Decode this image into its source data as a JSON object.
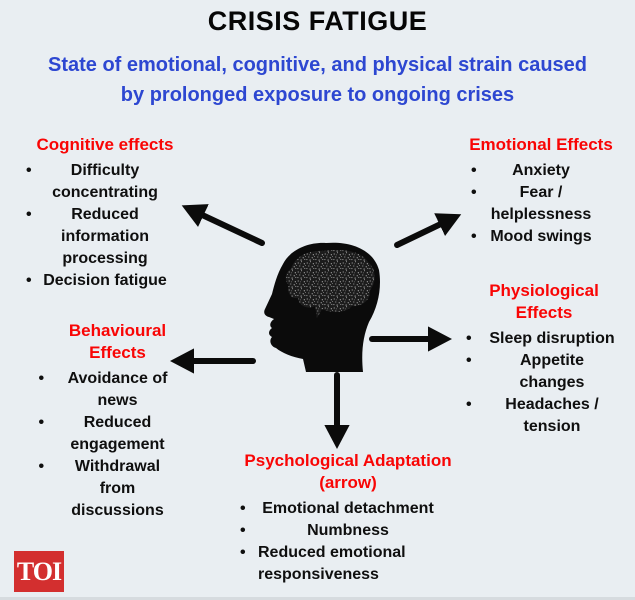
{
  "colors": {
    "background": "#e9eef2",
    "heading_red": "#f90505",
    "subtitle_blue": "#2d47d1",
    "text": "#0f0f0f",
    "logo_red": "#d32f2f",
    "arrow": "#0b0b0b"
  },
  "header": {
    "title": "CRISIS FATIGUE",
    "subtitle_line1": "State of emotional, cognitive, and physical strain caused",
    "subtitle_line2": "by prolonged exposure to ongoing crises"
  },
  "icons": {
    "bullet": "•",
    "center_art": "head-profile-with-scribbled-brain",
    "arrows": [
      "arrow-to-cognitive",
      "arrow-to-emotional",
      "arrow-to-physiological",
      "arrow-to-behavioural",
      "arrow-to-psychological"
    ]
  },
  "sections": {
    "cognitive": {
      "heading": "Cognitive effects",
      "items": [
        "Difficulty concentrating",
        "Reduced information processing",
        "Decision fatigue"
      ]
    },
    "emotional": {
      "heading": "Emotional Effects",
      "items": [
        "Anxiety",
        "Fear / helplessness",
        "Mood swings"
      ]
    },
    "physiological": {
      "heading": "Physiological Effects",
      "items": [
        "Sleep disruption",
        "Appetite changes",
        "Headaches / tension"
      ]
    },
    "behavioural": {
      "heading": "Behavioural Effects",
      "items": [
        "Avoidance of news",
        "Reduced engagement",
        "Withdrawal from discussions"
      ]
    },
    "psychological": {
      "heading": "Psychological Adaptation (arrow)",
      "items": [
        "Emotional detachment",
        "Numbness",
        "Reduced emotional responsiveness"
      ]
    }
  },
  "logo": {
    "text": "TOI"
  }
}
